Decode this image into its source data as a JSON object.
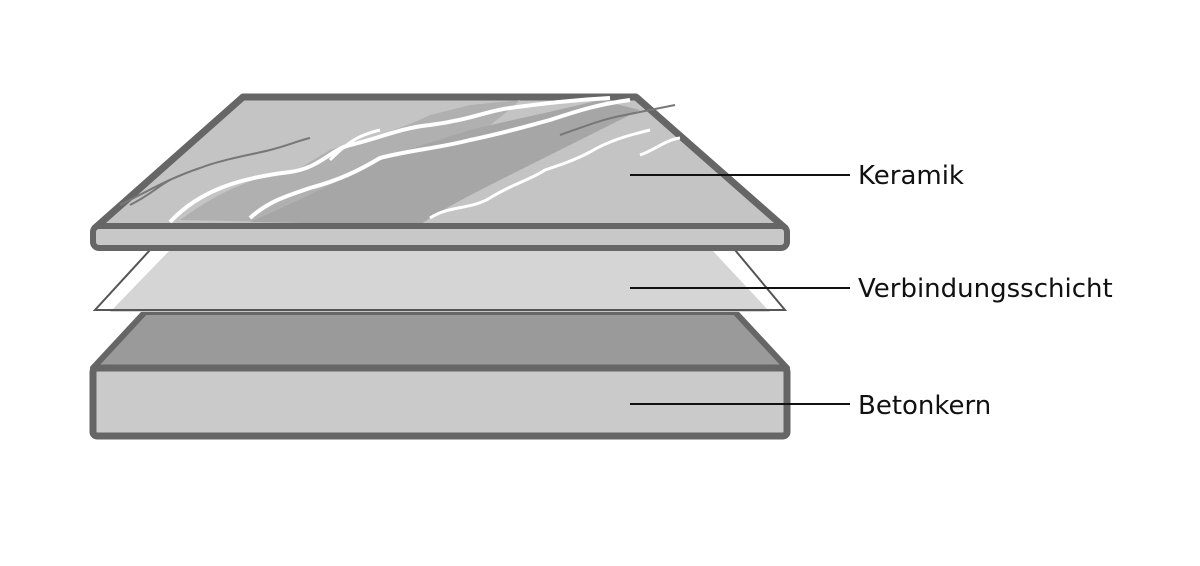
{
  "labels": {
    "ceramic": "Keramik",
    "bonding_layer": "Verbindungsschicht",
    "concrete_core": "Betonkern"
  },
  "colors": {
    "outline": "#666666",
    "ceramic_face": "#c4c4c4",
    "marble_vein_dark": "#a6a6a6",
    "bonding_fill": "#d0d0d0",
    "concrete_top": "#9a9a9a",
    "concrete_front": "#cacaca"
  }
}
